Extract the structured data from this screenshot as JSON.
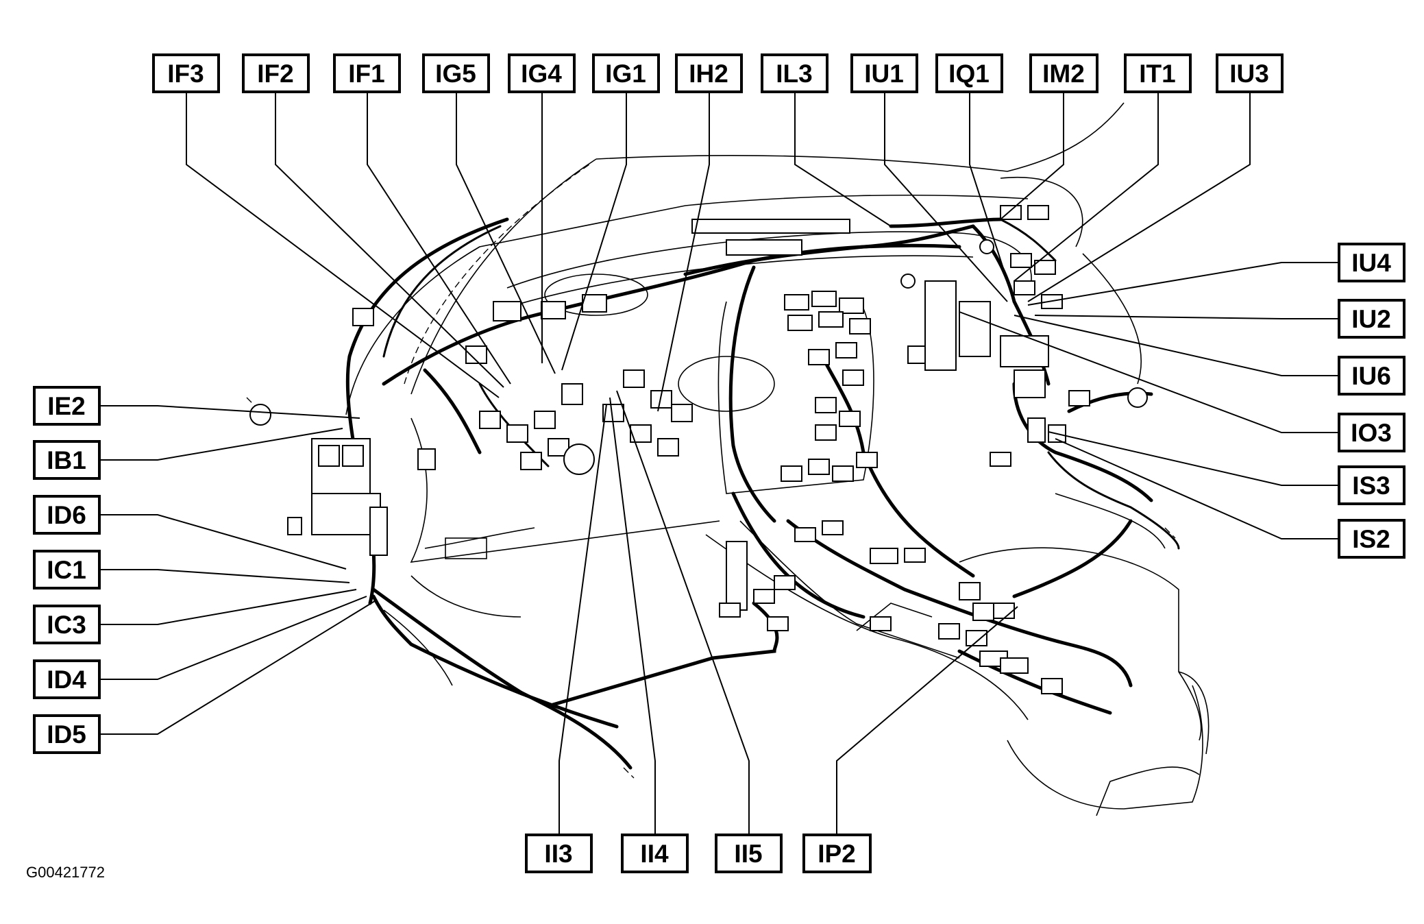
{
  "figure_code": "G00421772",
  "labels": {
    "IF3": "IF3",
    "IF2": "IF2",
    "IF1": "IF1",
    "IG5": "IG5",
    "IG4": "IG4",
    "IG1": "IG1",
    "IH2": "IH2",
    "IL3": "IL3",
    "IU1": "IU1",
    "IQ1": "IQ1",
    "IM2": "IM2",
    "IT1": "IT1",
    "IU3": "IU3",
    "IU4": "IU4",
    "IU2": "IU2",
    "IU6": "IU6",
    "IO3": "IO3",
    "IS3": "IS3",
    "IS2": "IS2",
    "IE2": "IE2",
    "IB1": "IB1",
    "ID6": "ID6",
    "IC1": "IC1",
    "IC3": "IC3",
    "ID4": "ID4",
    "ID5": "ID5",
    "II3": "II3",
    "II4": "II4",
    "II5": "II5",
    "IP2": "IP2"
  }
}
